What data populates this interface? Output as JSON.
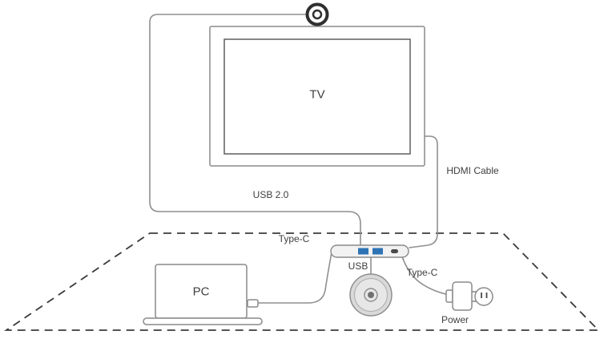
{
  "labels": {
    "tv": "TV",
    "pc": "PC",
    "usb_2_0": "USB 2.0",
    "hdmi_cable": "HDMI Cable",
    "type_c_pc": "Type-C",
    "usb_speakerphone": "USB",
    "type_c_power": "Type-C",
    "power": "Power"
  },
  "icons": [
    "camera-icon",
    "tv-frame",
    "laptop-icon",
    "usb-plug-icon",
    "usb-hub-icon",
    "speakerphone-icon",
    "power-adapter-icon",
    "outlet-icon",
    "table-surface-dashed"
  ],
  "colors": {
    "cable": "#8f8f8f",
    "outline": "#8a8a8a",
    "screen": "#5f5f5f",
    "dark": "#3b3b3b",
    "port_blue": "#2e74b5",
    "text": "#3f3f3f"
  }
}
